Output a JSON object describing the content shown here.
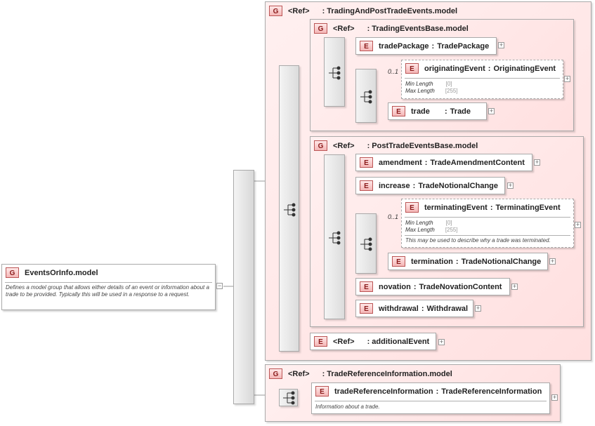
{
  "root": {
    "badge": "G",
    "name": "EventsOrInfo.model",
    "documentation": "Defines a model group that allows either details of an event or information about a trade to be provided. Typically this will be used in a response to a request."
  },
  "trading_and_post": {
    "badge": "G",
    "ref": "<Ref>",
    "name": ": TradingAndPostTradeEvents.model",
    "trading_base": {
      "badge": "G",
      "ref": "<Ref>",
      "name": ": TradingEventsBase.model",
      "trade_package": {
        "badge": "E",
        "name": "tradePackage",
        "type": "TradePackage"
      },
      "originating_event": {
        "badge": "E",
        "name": "originatingEvent",
        "type": "OriginatingEvent",
        "occurrence": "0..1",
        "min_label": "Min Length",
        "min_value": "[0]",
        "max_label": "Max Length",
        "max_value": "[255]"
      },
      "trade": {
        "badge": "E",
        "name": "trade",
        "type": "Trade"
      }
    },
    "post_base": {
      "badge": "G",
      "ref": "<Ref>",
      "name": ": PostTradeEventsBase.model",
      "amendment": {
        "badge": "E",
        "name": "amendment",
        "type": "TradeAmendmentContent"
      },
      "increase": {
        "badge": "E",
        "name": "increase",
        "type": "TradeNotionalChange"
      },
      "terminating_event": {
        "badge": "E",
        "name": "terminatingEvent",
        "type": "TerminatingEvent",
        "occurrence": "0..1",
        "min_label": "Min Length",
        "min_value": "[0]",
        "max_label": "Max Length",
        "max_value": "[255]",
        "documentation": "This may be used to describe why a trade was terminated."
      },
      "termination": {
        "badge": "E",
        "name": "termination",
        "type": "TradeNotionalChange"
      },
      "novation": {
        "badge": "E",
        "name": "novation",
        "type": "TradeNovationContent"
      },
      "withdrawal": {
        "badge": "E",
        "name": "withdrawal",
        "type": "Withdrawal"
      }
    },
    "additional_event": {
      "badge": "E",
      "ref": "<Ref>",
      "name": ": additionalEvent"
    }
  },
  "trade_reference": {
    "badge": "G",
    "ref": "<Ref>",
    "name": ": TradeReferenceInformation.model",
    "element": {
      "badge": "E",
      "name": "tradeReferenceInformation",
      "type": "TradeReferenceInformation",
      "documentation": "Information about a trade."
    }
  },
  "symbols": {
    "sep": ":",
    "collapse": "−",
    "expand": "+"
  },
  "colors": {
    "group_fill": "#ffe6e6",
    "badge_border": "#bb5555",
    "line": "#9a9a9a"
  }
}
